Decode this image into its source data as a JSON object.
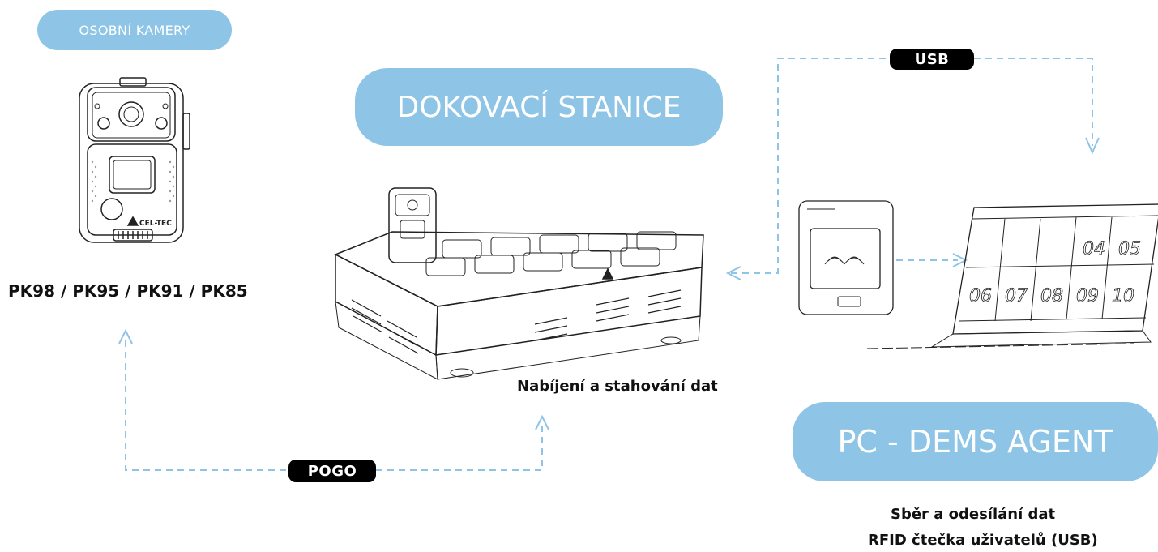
{
  "camera": {
    "category_label": "OSOBNÍ KAMERY",
    "models_label": "PK98 / PK95 / PK91 / PK85",
    "brand_label": "CEL-TEC"
  },
  "dock": {
    "title": "DOKOVACÍ STANICE",
    "caption": "Nabíjení a stahování dat"
  },
  "pc": {
    "title": "PC - DEMS AGENT",
    "caption_line1": "Sběr a odesílání dat",
    "caption_line2": "RFID čtečka uživatelů (USB)",
    "slot_numbers": [
      "04",
      "05",
      "06",
      "07",
      "08",
      "09",
      "10"
    ]
  },
  "connections": {
    "usb_label": "USB",
    "pogo_label": "POGO",
    "line_color": "#8ec5e7"
  }
}
